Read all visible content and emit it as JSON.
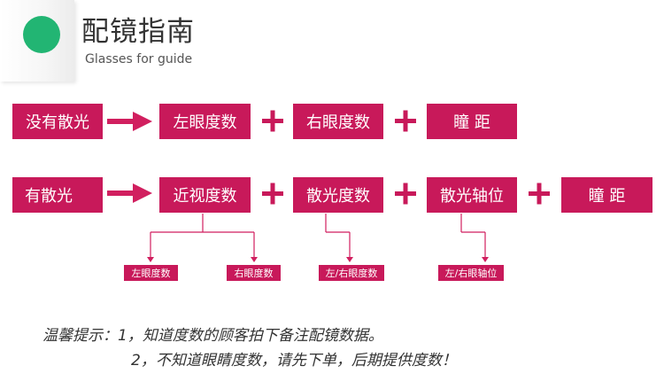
{
  "colors": {
    "accent": "#c8195a",
    "green": "#22b573",
    "arrow": "#d11f5f"
  },
  "header": {
    "title": "配镜指南",
    "subtitle": "Glasses for guide"
  },
  "row1": {
    "label": "没有散光",
    "boxes": [
      "左眼度数",
      "右眼度数",
      "瞳 距"
    ]
  },
  "row2": {
    "label": "有散光",
    "boxes": [
      "近视度数",
      "散光度数",
      "散光轴位",
      "瞳 距"
    ],
    "sub_labels": [
      "左眼度数",
      "右眼度数",
      "左/右眼度数",
      "左/右眼轴位"
    ]
  },
  "tips": {
    "line1": "温馨提示：1，知道度数的顾客拍下备注配镜数据。",
    "line2": "2，不知道眼睛度数，请先下单，后期提供度数！"
  }
}
